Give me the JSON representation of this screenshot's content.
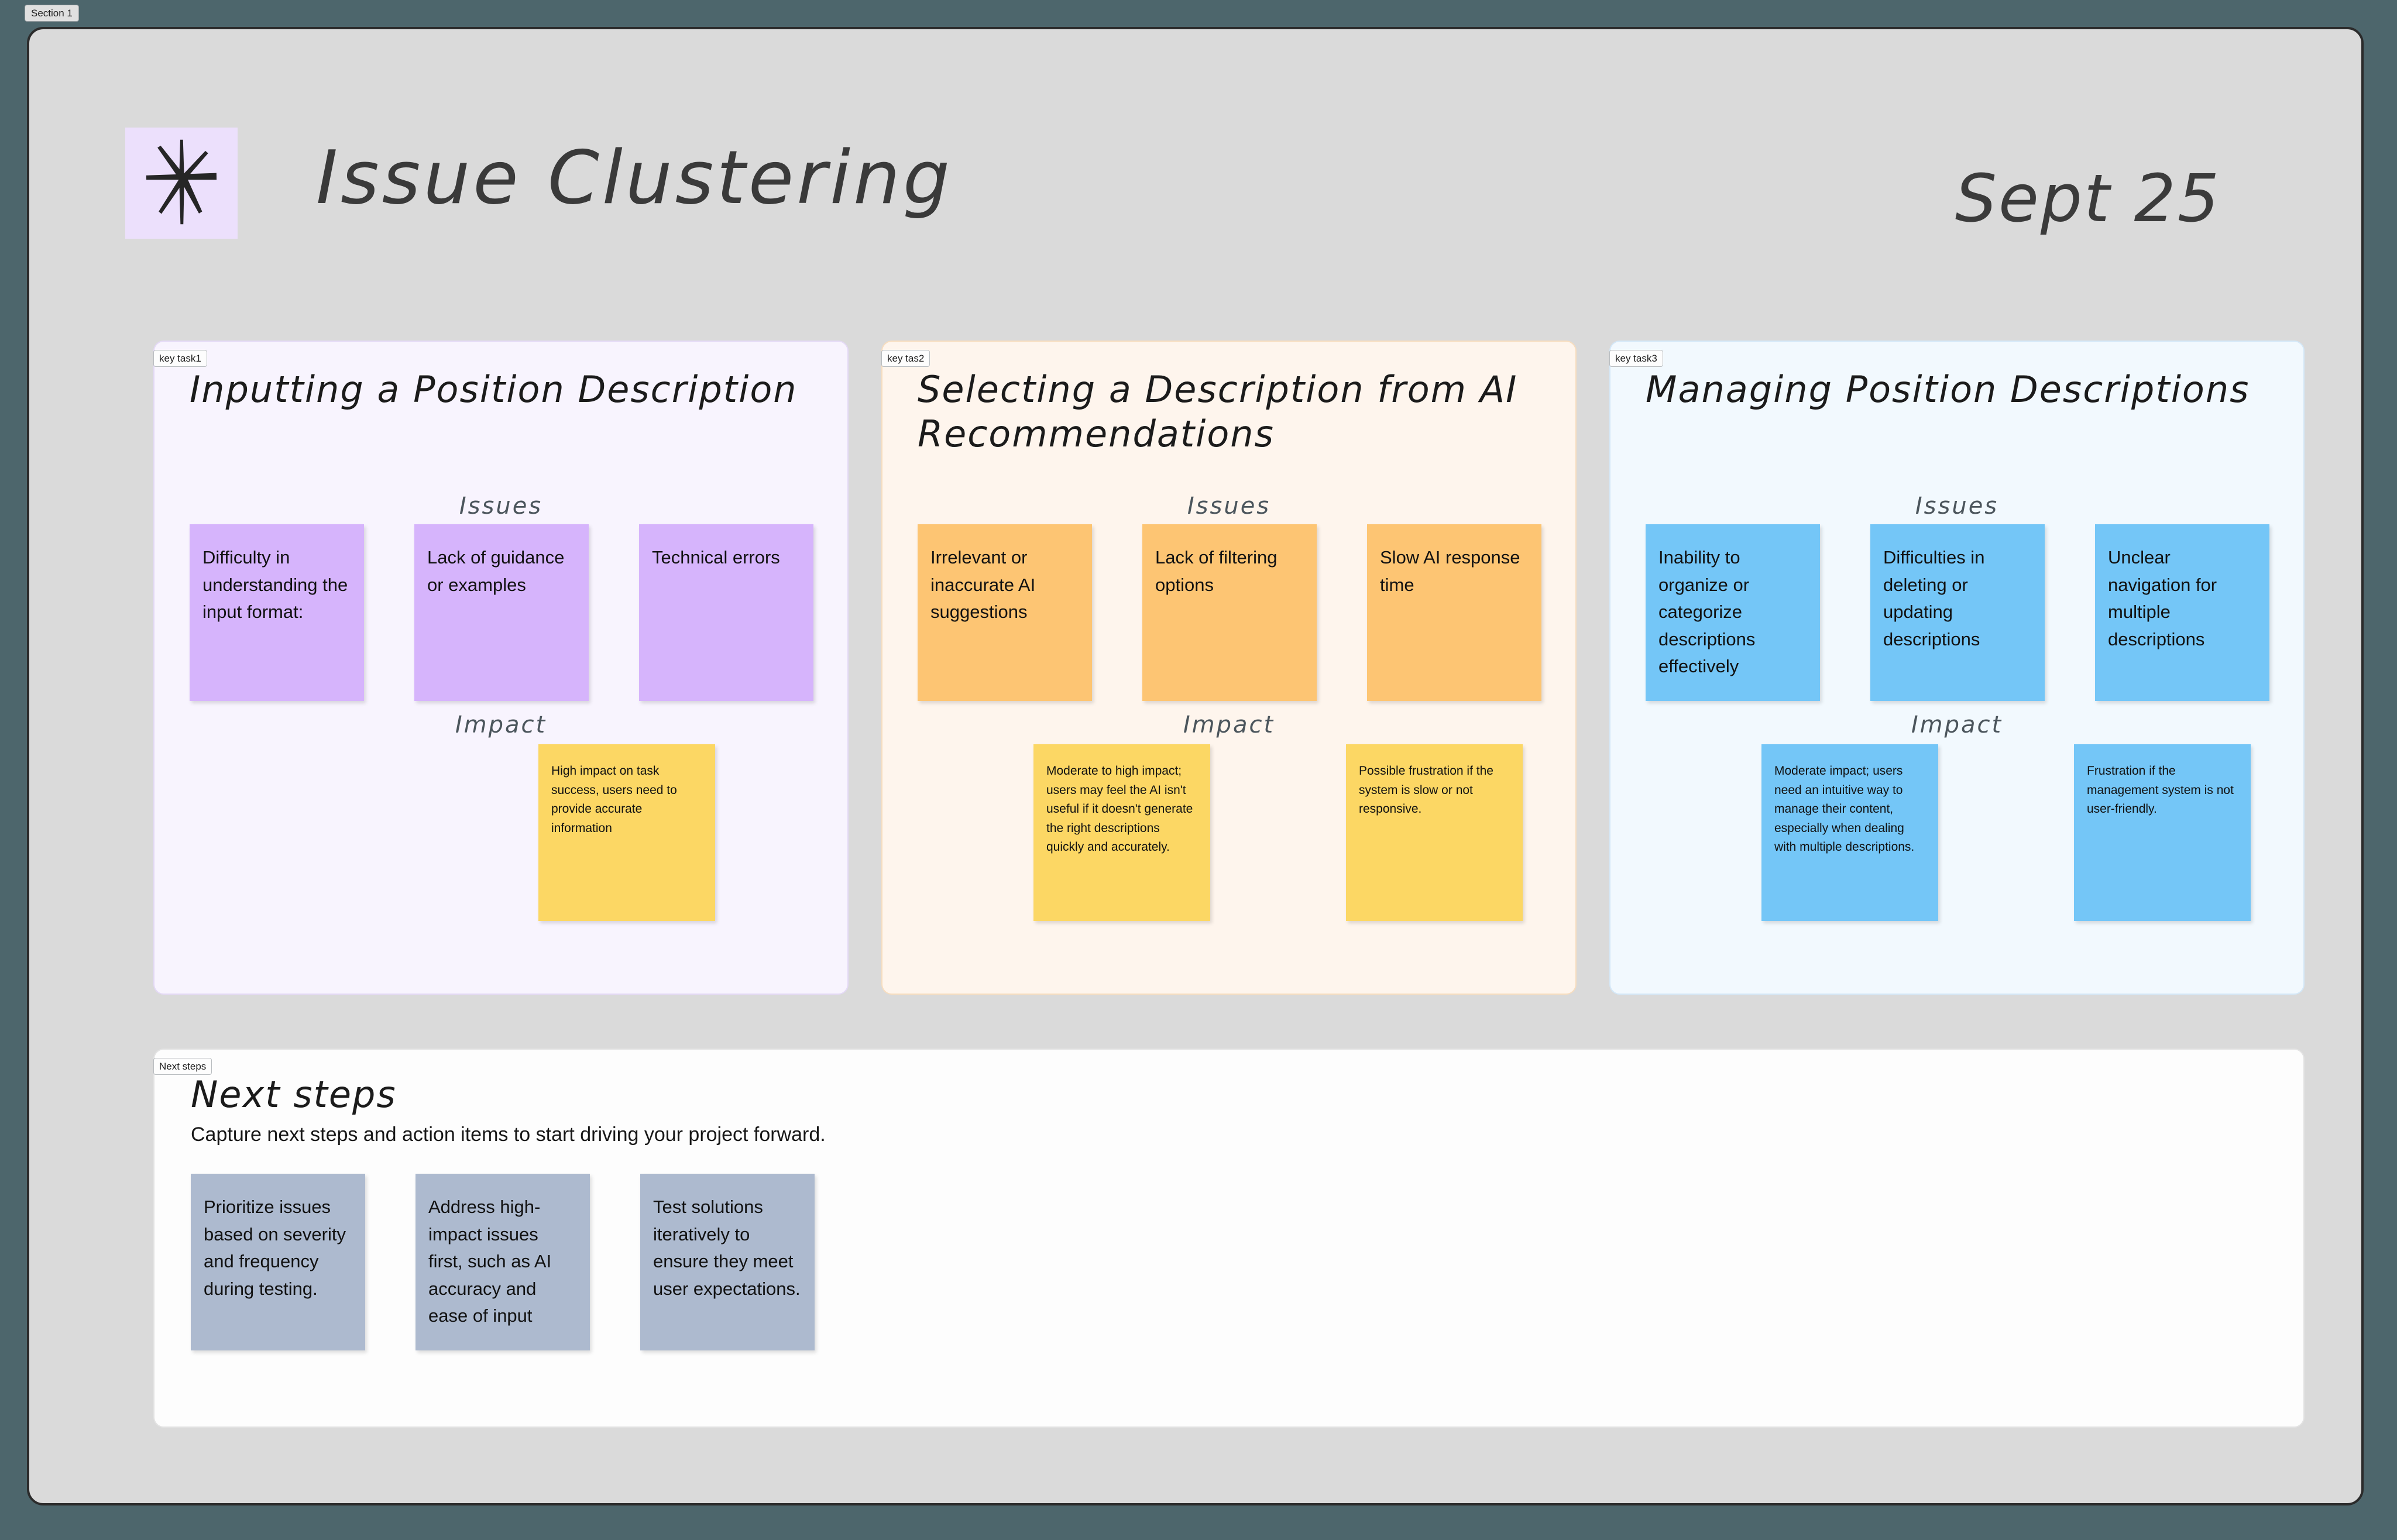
{
  "frame": {
    "label": "Section 1"
  },
  "header": {
    "logo_icon": "sparkle-asterisk-icon",
    "title": "Issue Clustering",
    "date": "Sept 25"
  },
  "labels": {
    "issues": "Issues",
    "impact": "Impact"
  },
  "cards": [
    {
      "badge": "key task1",
      "title": "Inputting a Position Description",
      "issues": [
        "Difficulty in understanding the input format:",
        "Lack of guidance or examples",
        "Technical errors"
      ],
      "impacts": [
        "High impact on task success, users need to provide accurate information"
      ]
    },
    {
      "badge": "key tas2",
      "title": "Selecting a Description from AI Recommendations",
      "issues": [
        "Irrelevant or inaccurate AI suggestions",
        "Lack of filtering options",
        "Slow AI response time"
      ],
      "impacts": [
        "Moderate to high impact; users may feel the AI isn't useful if it doesn't generate the right descriptions quickly and accurately.",
        "Possible frustration if the system is slow or not responsive."
      ]
    },
    {
      "badge": "key task3",
      "title": "Managing Position Descriptions",
      "issues": [
        "Inability to organize or categorize descriptions effectively",
        "Difficulties in deleting or updating descriptions",
        "Unclear navigation for multiple descriptions"
      ],
      "impacts": [
        "Moderate impact; users need an intuitive way to manage their content, especially when dealing with multiple descriptions.",
        "Frustration if the management system is not user-friendly."
      ]
    }
  ],
  "next_steps": {
    "badge": "Next steps",
    "title": "Next steps",
    "subtitle": "Capture next steps and action items to start driving your project forward.",
    "notes": [
      "Prioritize issues based on severity and frequency during testing.",
      "Address high-impact issues first, such as AI accuracy and ease of input",
      "Test solutions iteratively to ensure they meet user expectations."
    ]
  },
  "colors": {
    "page_background": "#4d666c",
    "canvas_background": "#dadada",
    "purple_note": "#d6b4fc",
    "orange_note": "#fdc573",
    "blue_note": "#74c6f7",
    "yellow_note": "#fcd764",
    "slate_note": "#adbacf",
    "card1_background": "#f8f4fe",
    "card2_background": "#fef5ed",
    "card3_background": "#f2f9fe",
    "logo_tile": "#ece0fc"
  }
}
